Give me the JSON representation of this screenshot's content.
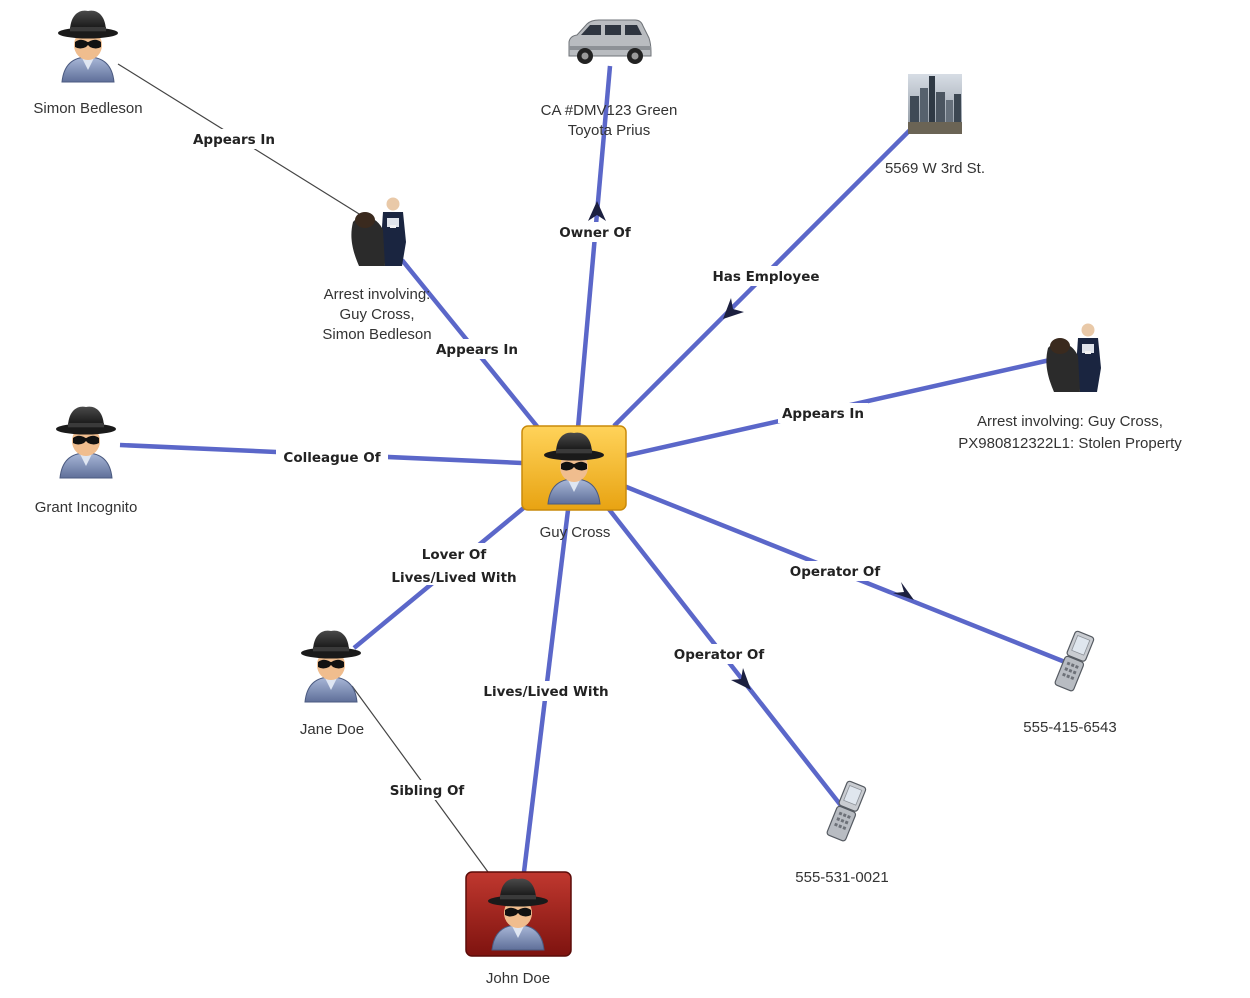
{
  "colors": {
    "edge_strong": "#5b67c9",
    "edge_thin": "#444444",
    "selected_node": "#f5b323",
    "marked_node": "#9b1c16"
  },
  "nodes": {
    "simon_bedleson": {
      "label": "Simon Bedleson",
      "icon": "spy-icon"
    },
    "car": {
      "label": [
        "CA #DMV123 Green",
        "Toyota Prius"
      ],
      "icon": "suv-icon"
    },
    "address": {
      "label": "5569 W 3rd St.",
      "icon": "city-skyline-icon"
    },
    "arrest_1": {
      "label": [
        "Arrest involving:",
        "Guy Cross,",
        "Simon Bedleson"
      ],
      "icon": "arrest-icon"
    },
    "arrest_2": {
      "label": [
        "Arrest involving: Guy Cross,",
        "PX980812322L1: Stolen Property"
      ],
      "icon": "arrest-icon"
    },
    "grant_incognito": {
      "label": "Grant Incognito",
      "icon": "spy-icon"
    },
    "guy_cross": {
      "label": "Guy Cross",
      "icon": "spy-icon"
    },
    "jane_doe": {
      "label": "Jane Doe",
      "icon": "spy-icon"
    },
    "john_doe": {
      "label": "John Doe",
      "icon": "spy-icon"
    },
    "phone_1": {
      "label": "555-415-6543",
      "icon": "flip-phone-icon"
    },
    "phone_2": {
      "label": "555-531-0021",
      "icon": "flip-phone-icon"
    }
  },
  "edges": [
    {
      "from": "simon_bedleson",
      "to": "arrest_1",
      "label": "Appears In"
    },
    {
      "from": "arrest_1",
      "to": "guy_cross",
      "label": "Appears In"
    },
    {
      "from": "guy_cross",
      "to": "car",
      "label": "Owner Of"
    },
    {
      "from": "address",
      "to": "guy_cross",
      "label": "Has Employee"
    },
    {
      "from": "guy_cross",
      "to": "arrest_2",
      "label": "Appears In"
    },
    {
      "from": "grant_incognito",
      "to": "guy_cross",
      "label": "Colleague Of"
    },
    {
      "from": "guy_cross",
      "to": "jane_doe",
      "label": [
        "Lover Of",
        "Lives/Lived With"
      ]
    },
    {
      "from": "guy_cross",
      "to": "john_doe",
      "label": "Lives/Lived With"
    },
    {
      "from": "guy_cross",
      "to": "phone_1",
      "label": "Operator Of"
    },
    {
      "from": "guy_cross",
      "to": "phone_2",
      "label": "Operator Of"
    },
    {
      "from": "jane_doe",
      "to": "john_doe",
      "label": "Sibling Of"
    }
  ]
}
